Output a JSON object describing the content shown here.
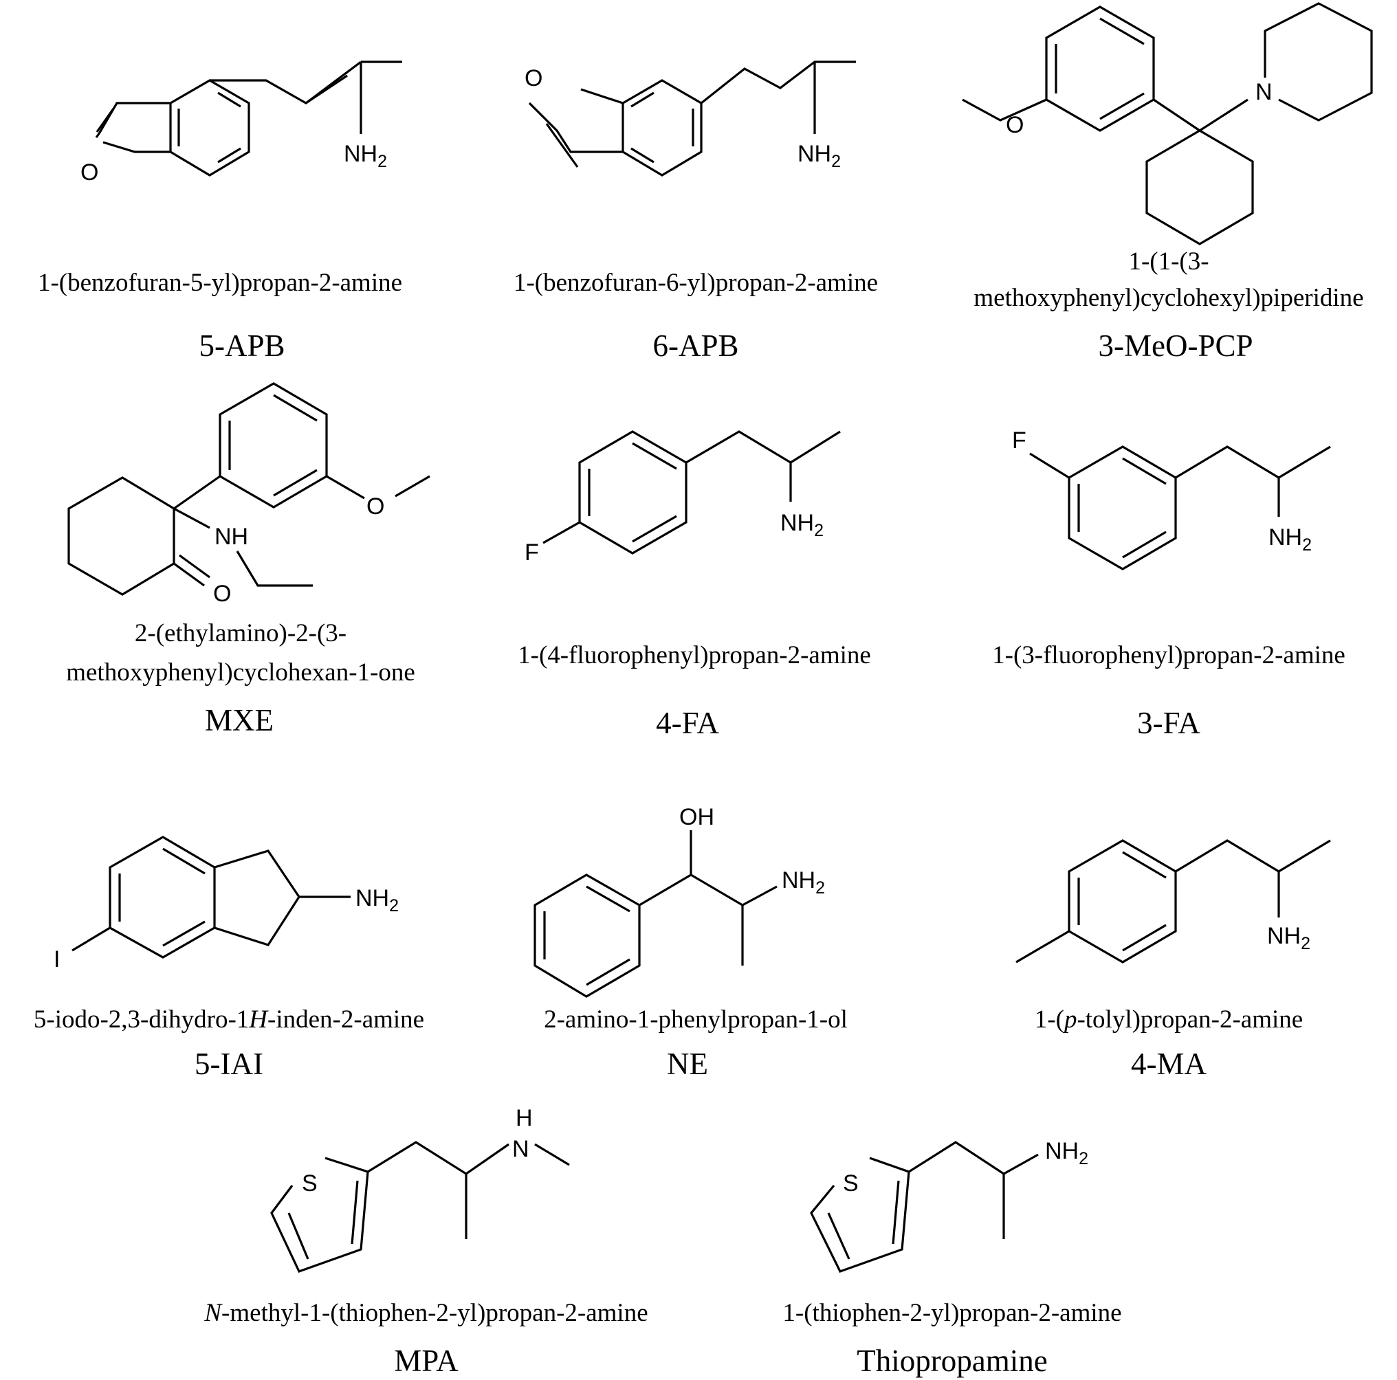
{
  "compounds": [
    {
      "id": "5-apb",
      "name": "1-(benzofuran-5-yl)propan-2-amine",
      "abbr": "5-APB",
      "atoms": {
        "o": "O",
        "n": "NH",
        "n_sub": "2"
      }
    },
    {
      "id": "6-apb",
      "name": "1-(benzofuran-6-yl)propan-2-amine",
      "abbr": "6-APB",
      "atoms": {
        "o": "O",
        "n": "NH",
        "n_sub": "2"
      }
    },
    {
      "id": "3-meo-pcp",
      "name_line1": "1-(1-(3-",
      "name_line2": "methoxyphenyl)cyclohexyl)piperidine",
      "abbr": "3-MeO-PCP",
      "atoms": {
        "o": "O",
        "n": "N"
      }
    },
    {
      "id": "mxe",
      "name_line1": "2-(ethylamino)-2-(3-",
      "name_line2": "methoxyphenyl)cyclohexan-1-one",
      "abbr": "MXE",
      "atoms": {
        "o_ether": "O",
        "nh": "NH",
        "o_keto": "O"
      }
    },
    {
      "id": "4-fa",
      "name": "1-(4-fluorophenyl)propan-2-amine",
      "abbr": "4-FA",
      "atoms": {
        "f": "F",
        "n": "NH",
        "n_sub": "2"
      }
    },
    {
      "id": "3-fa",
      "name": "1-(3-fluorophenyl)propan-2-amine",
      "abbr": "3-FA",
      "atoms": {
        "f": "F",
        "n": "NH",
        "n_sub": "2"
      }
    },
    {
      "id": "5-iai",
      "name_pre": "5-iodo-2,3-dihydro-1",
      "name_ital": "H",
      "name_post": "-inden-2-amine",
      "abbr": "5-IAI",
      "atoms": {
        "i": "I",
        "n": "NH",
        "n_sub": "2"
      }
    },
    {
      "id": "ne",
      "name": "2-amino-1-phenylpropan-1-ol",
      "abbr": "NE",
      "atoms": {
        "oh": "OH",
        "n": "NH",
        "n_sub": "2"
      }
    },
    {
      "id": "4-ma",
      "name_pre": "1-(",
      "name_ital": "p",
      "name_post": "-tolyl)propan-2-amine",
      "abbr": "4-MA",
      "atoms": {
        "n": "NH",
        "n_sub": "2"
      }
    },
    {
      "id": "mpa",
      "name_ital": "N",
      "name_post": "-methyl-1-(thiophen-2-yl)propan-2-amine",
      "abbr": "MPA",
      "atoms": {
        "s": "S",
        "h": "H",
        "n": "N"
      }
    },
    {
      "id": "thiopropamine",
      "name": "1-(thiophen-2-yl)propan-2-amine",
      "abbr": "Thiopropamine",
      "atoms": {
        "s": "S",
        "n": "NH",
        "n_sub": "2"
      }
    }
  ]
}
